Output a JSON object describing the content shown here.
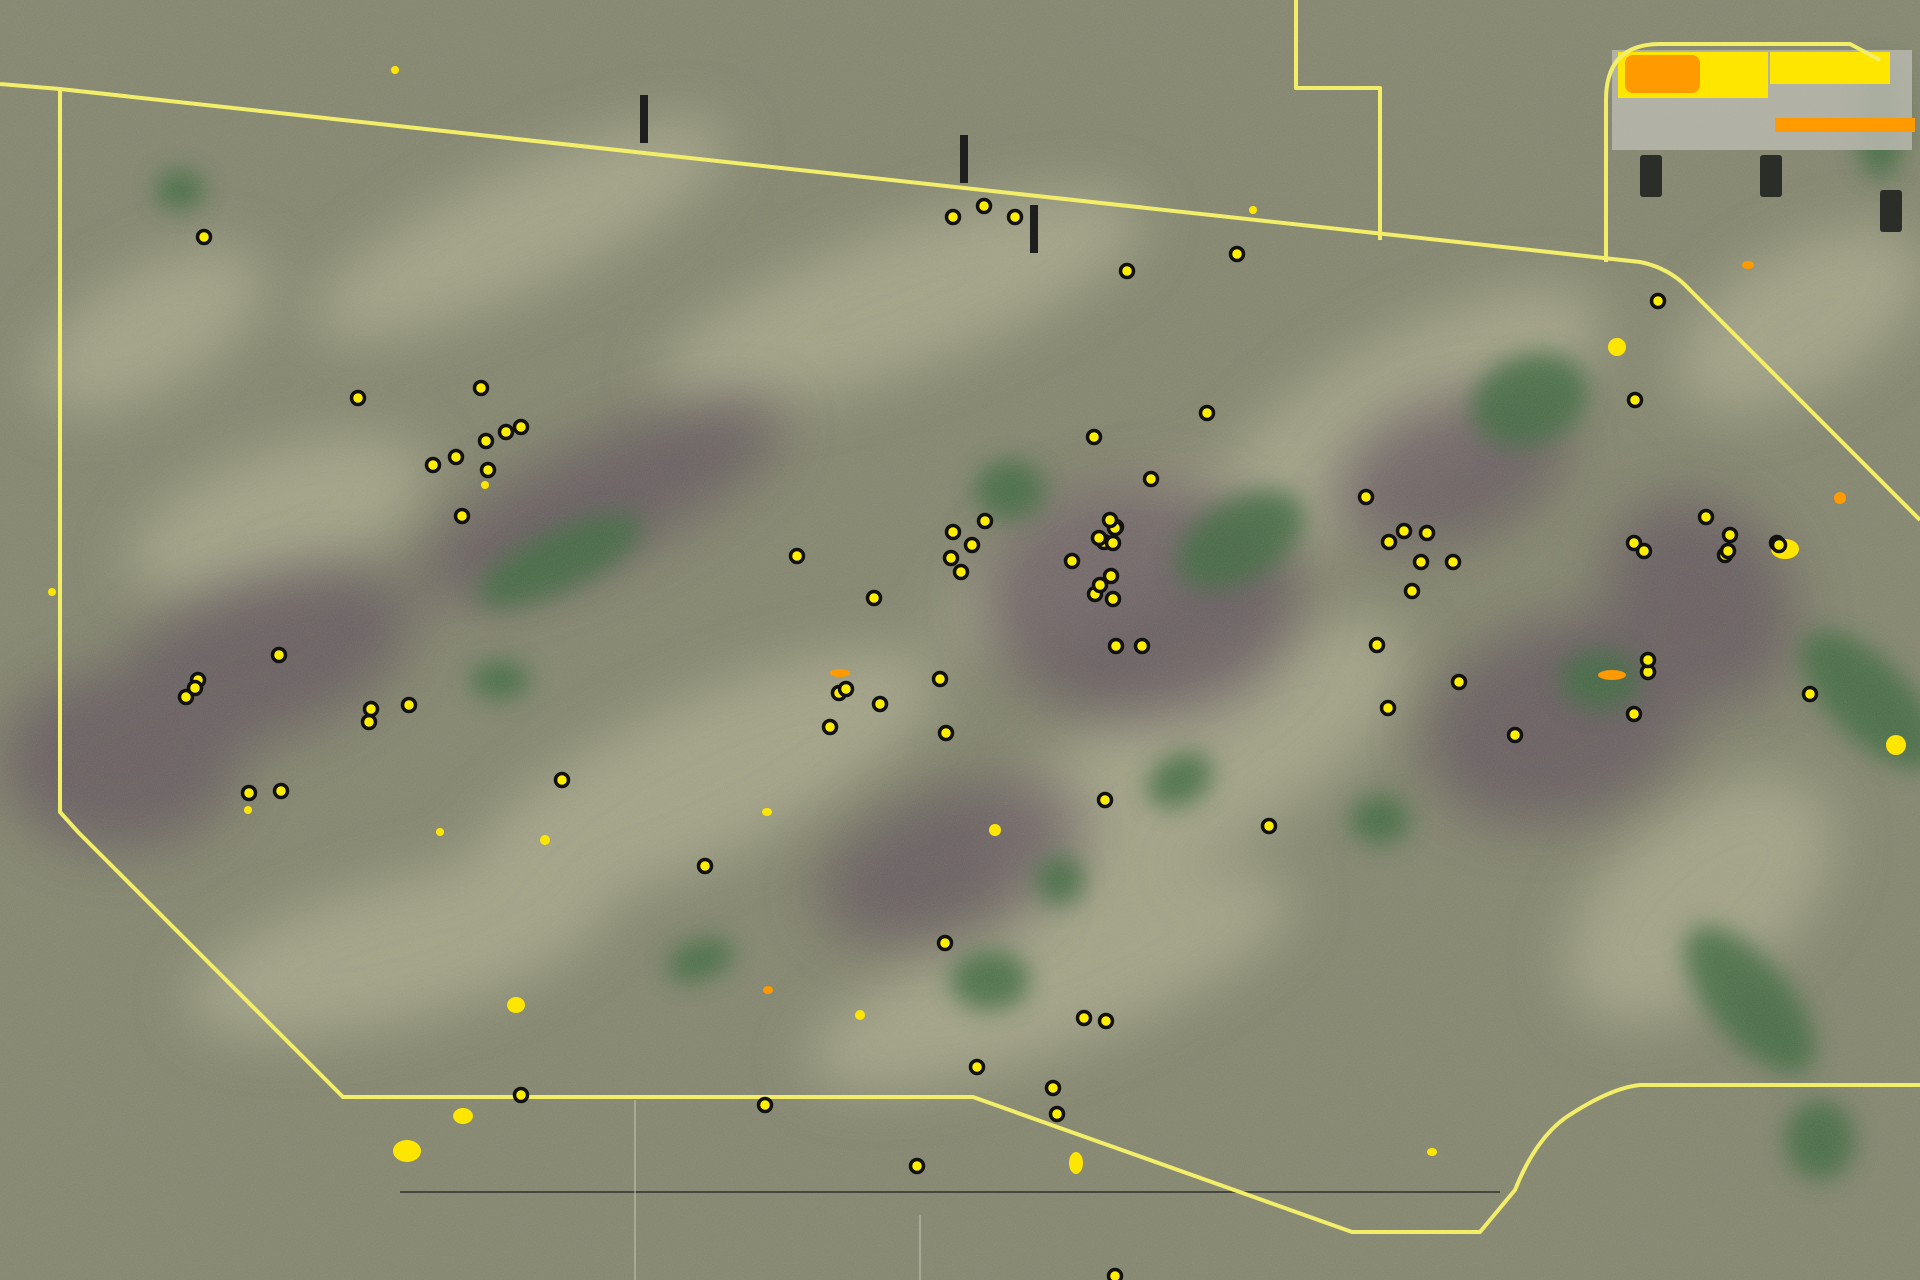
{
  "colors": {
    "top_bar": "#8fd28a",
    "terrain_base": "#84866e",
    "terrain_light": "#a9a98c",
    "terrain_dark": "#5e4f5c",
    "vegetation": "#3f6b3f",
    "boundary": "#f2ee6a",
    "marker_fill": "#ffee00",
    "marker_stroke": "#111111",
    "patch_yellow": "#ffe600",
    "patch_orange": "#ff9a00"
  },
  "layers": {
    "basemap": "aerial-imagery",
    "boundary": "study-area-boundary",
    "markers": "survey-point-markers",
    "patches": "habitat-patches"
  },
  "marker_count": 92
}
